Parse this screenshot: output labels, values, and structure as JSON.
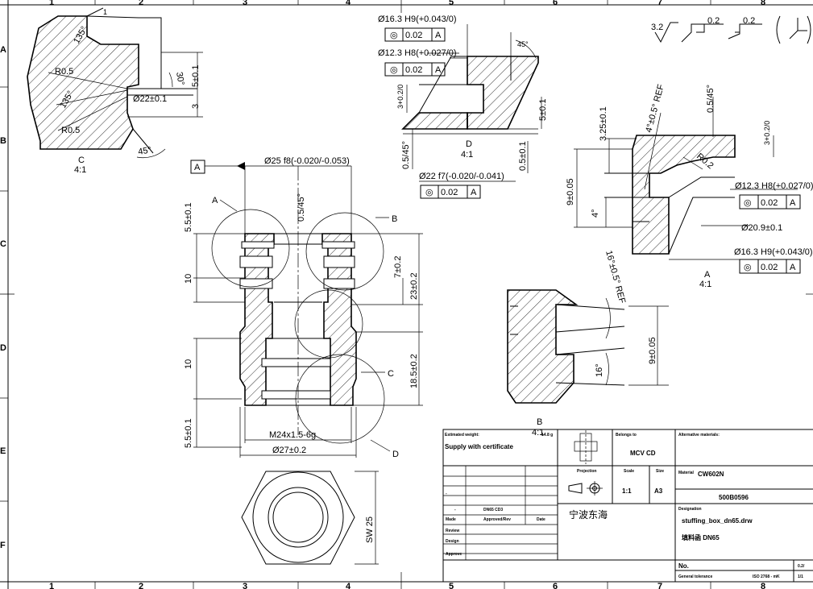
{
  "border": {
    "columns": [
      "1",
      "2",
      "3",
      "4",
      "5",
      "6",
      "7",
      "8"
    ],
    "rows": [
      "A",
      "B",
      "C",
      "D",
      "E",
      "F"
    ]
  },
  "detail_c": {
    "label": "C",
    "scale": "4:1",
    "dims": [
      "R0.5",
      "R0.5",
      "135°",
      "135°",
      "30°",
      "45°",
      "Ø22±0.1",
      "5±0.1",
      "3",
      "1"
    ]
  },
  "detail_d": {
    "label": "D",
    "scale": "4:1",
    "dims": [
      "Ø16.3 H9(+0.043/0)",
      "Ø12.3 H8(+0.027/0)",
      "45°",
      "3+0.2/0",
      "0.5/45°",
      "5±0.1",
      "0.5±0.1",
      "Ø22 f7(-0.020/-0.041)"
    ],
    "fcf": [
      {
        "sym": "◎",
        "val": "0.02",
        "ref": "A"
      },
      {
        "sym": "◎",
        "val": "0.02",
        "ref": "A"
      },
      {
        "sym": "◎",
        "val": "0.02",
        "ref": "A"
      }
    ]
  },
  "detail_a": {
    "label": "A",
    "scale": "4:1",
    "dims": [
      "4°±0.5° REF",
      "0.5/45°",
      "3.25±0.1",
      "3+0.2/0",
      "R0.2",
      "9±0.05",
      "4°",
      "Ø12.3 H8(+0.027/0)",
      "Ø20.9±0.1",
      "Ø16.3 H9(+0.043/0)"
    ],
    "fcf": [
      {
        "sym": "◎",
        "val": "0.02",
        "ref": "A"
      },
      {
        "sym": "◎",
        "val": "0.02",
        "ref": "A"
      }
    ]
  },
  "detail_b": {
    "label": "B",
    "scale": "4:1",
    "dims": [
      "16°±0.5° REF",
      "9±0.05",
      "16°"
    ]
  },
  "section": {
    "datum": "A",
    "callouts": [
      "A",
      "B",
      "C",
      "D"
    ],
    "dims": [
      "Ø25 f8(-0.020/-0.053)",
      "0.5/45°",
      "5.5±0.1",
      "10",
      "7±0.2",
      "23±0.2",
      "18.5±0.2",
      "10",
      "5.5±0.1",
      "M24x1.5-6g",
      "Ø27±0.2"
    ]
  },
  "top_view": {
    "dims": [
      "SW 25"
    ]
  },
  "surface": {
    "roughness": "3.2",
    "flat1": "0.2",
    "flat2": "0.2"
  },
  "title_block": {
    "est_weight_label": "Estimated weight:",
    "est_weight_value": "14.8 g",
    "supply": "Supply with certificate",
    "belongs_label": "Belongs to",
    "belongs_value": "MCV CD",
    "alt_material_label": "Alternative materials:",
    "projection_label": "Projection",
    "scale_label": "Scale",
    "size_label": "Size",
    "scale_value": "1:1",
    "size_value": "A3",
    "material_label": "Material",
    "material_value": "CW602N",
    "part_no": "500B0596",
    "rev_dash1": "-",
    "rev_dash2": "-",
    "rev_code": "DN65 CD3",
    "approved_label": "Approved/Rev",
    "date_label": "Date",
    "company": "宁波东海",
    "designation_label": "Designation",
    "filename": "stuffing_box_dn65.drw",
    "title_cn": "填料函 DN65",
    "made_label": "Made",
    "review_label": "Review",
    "design_label": "Design",
    "approve_label": "Approve",
    "no_label": "No.",
    "tolerance_label": "General tolerance",
    "tolerance_value": "ISO 2768 - mK",
    "sheet_rev": "0.2/",
    "sheet": "1/1"
  }
}
